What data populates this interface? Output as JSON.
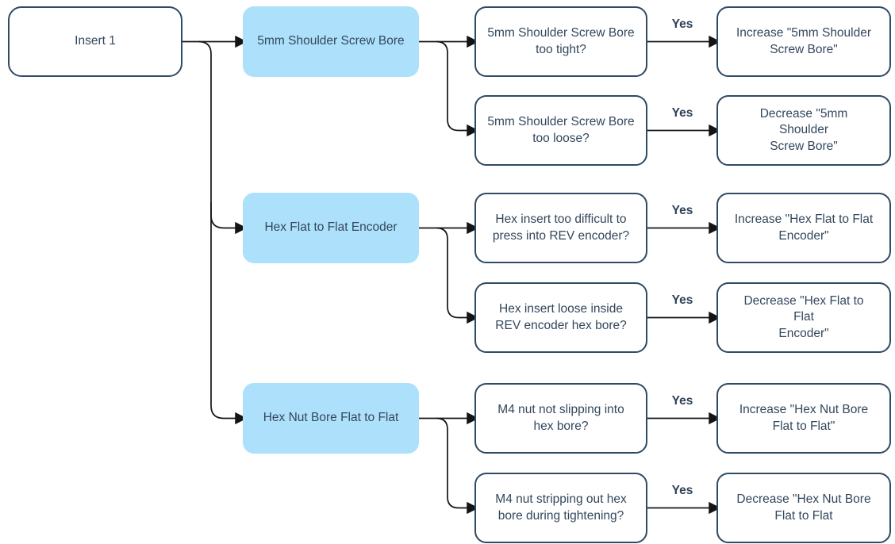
{
  "diagram": {
    "root": {
      "label": "Insert 1"
    },
    "branches": [
      {
        "label": "5mm Shoulder Screw Bore",
        "checks": [
          {
            "question": "5mm Shoulder Screw Bore\ntoo tight?",
            "answer": "Yes",
            "action": "Increase \"5mm Shoulder\nScrew Bore\""
          },
          {
            "question": "5mm Shoulder Screw Bore\ntoo loose?",
            "answer": "Yes",
            "action": "Decrease \"5mm Shoulder\nScrew Bore\""
          }
        ]
      },
      {
        "label": "Hex Flat to Flat Encoder",
        "checks": [
          {
            "question": "Hex insert too difficult to\npress into REV encoder?",
            "answer": "Yes",
            "action": "Increase \"Hex Flat to Flat\nEncoder\""
          },
          {
            "question": "Hex insert loose inside\nREV encoder hex bore?",
            "answer": "Yes",
            "action": "Decrease \"Hex Flat to Flat\nEncoder\""
          }
        ]
      },
      {
        "label": "Hex Nut Bore Flat to Flat",
        "checks": [
          {
            "question": "M4 nut not slipping into\nhex bore?",
            "answer": "Yes",
            "action": "Increase \"Hex Nut Bore\nFlat to Flat\""
          },
          {
            "question": "M4 nut stripping out hex\nbore during tightening?",
            "answer": "Yes",
            "action": "Decrease \"Hex Nut Bore\nFlat to Flat"
          }
        ]
      }
    ],
    "colors": {
      "branch_fill": "#ADE1FB",
      "node_border": "#2F4A63",
      "node_fill": "#FFFFFF",
      "text": "#33475C",
      "connector": "#141414"
    }
  }
}
